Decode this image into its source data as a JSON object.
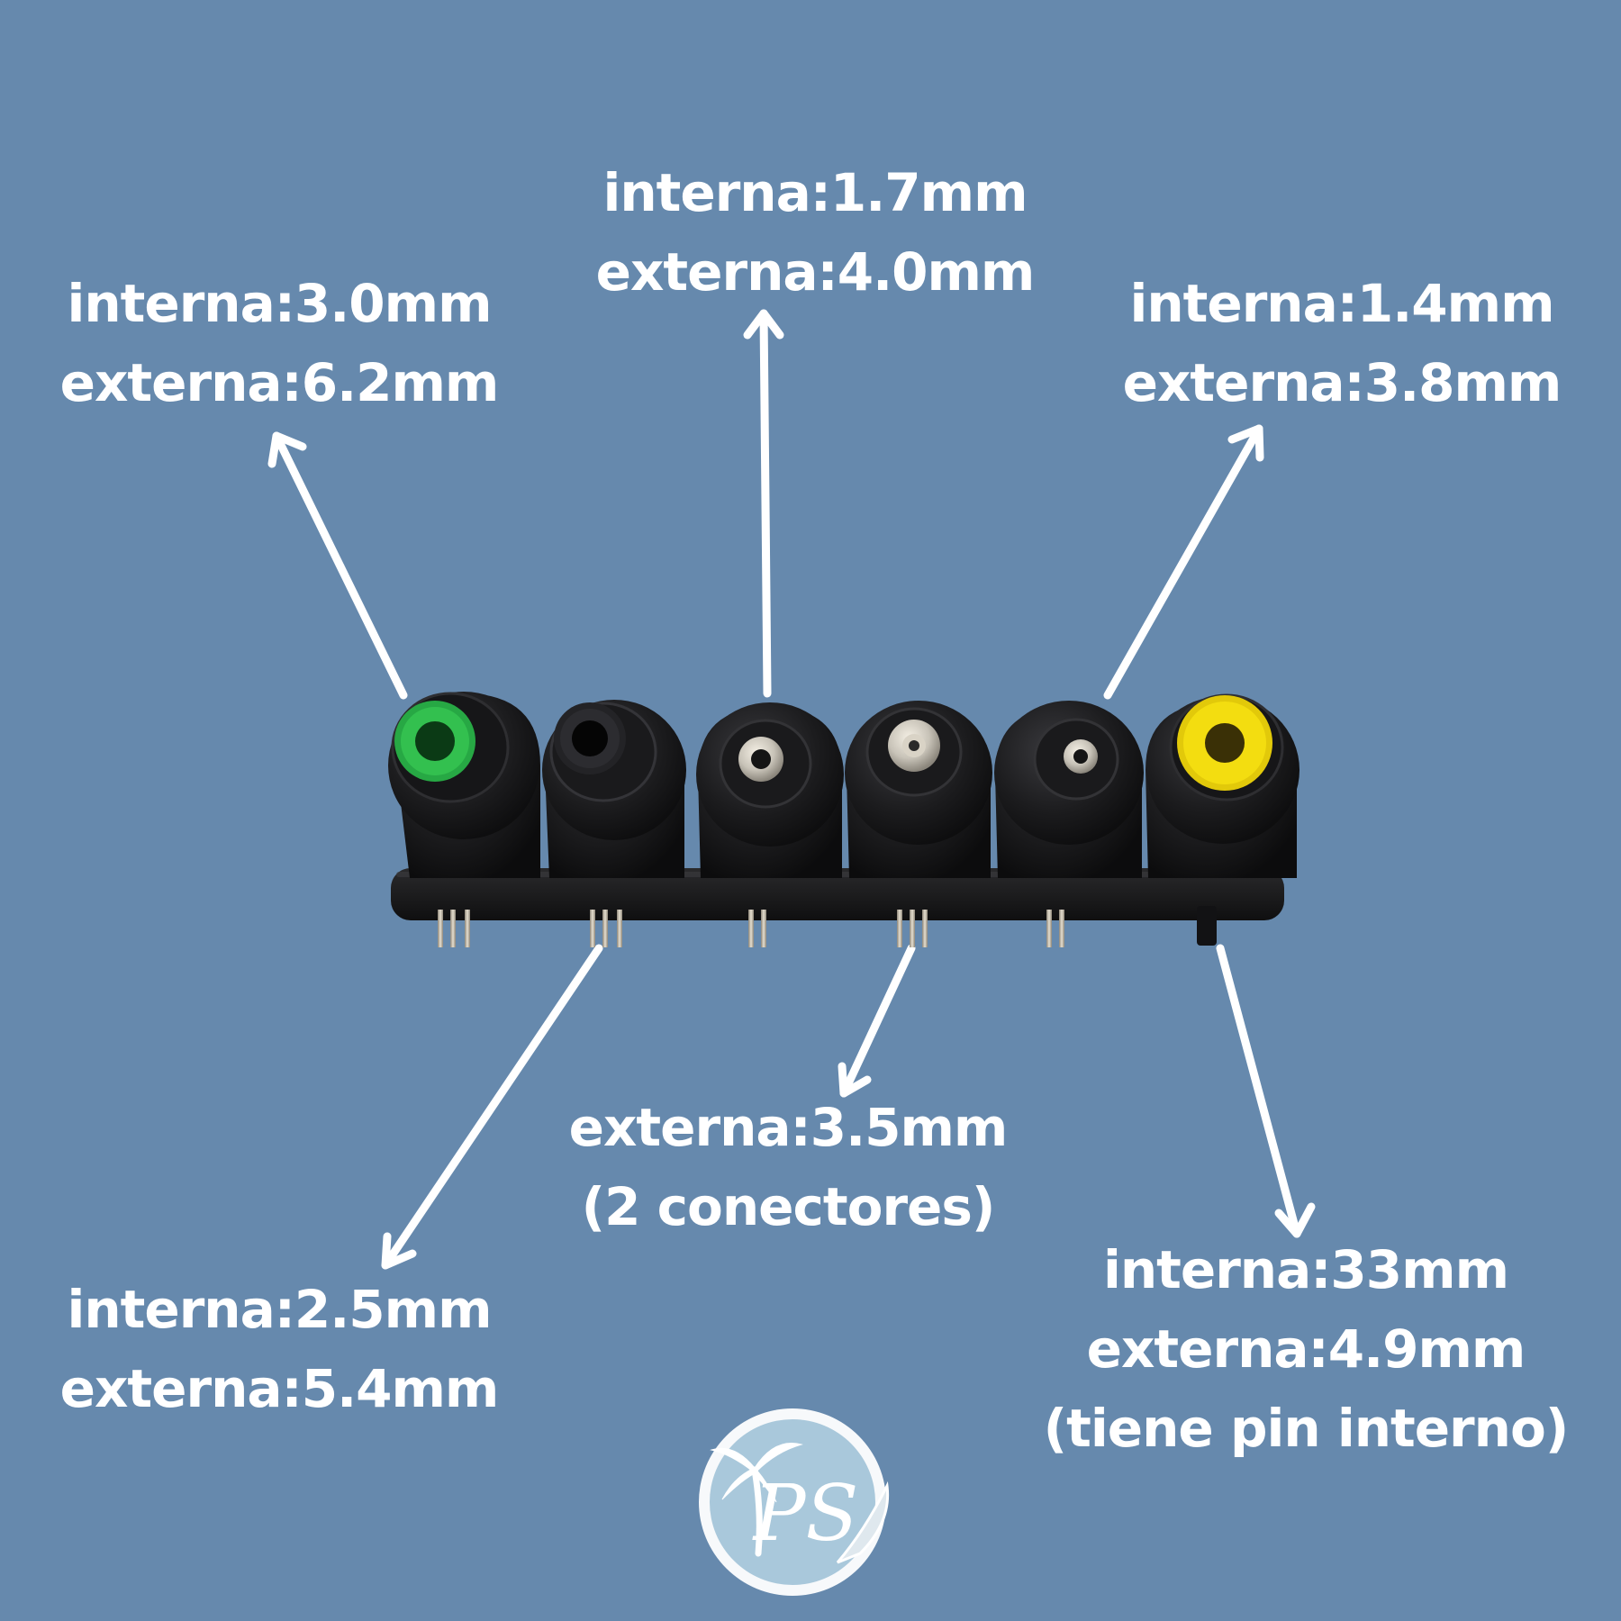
{
  "colors": {
    "background": "#6689ad",
    "text": "#ffffff",
    "arrow": "#ffffff",
    "connector_body": "#1c1c1e",
    "tip_green": "#27a844",
    "tip_yellow": "#f3dd10",
    "metal": "#c8c3b8"
  },
  "connectors": [
    {
      "id": "c1",
      "tip": "green",
      "lines": [
        "interna:3.0mm",
        "externa:6.2mm"
      ]
    },
    {
      "id": "c2",
      "tip": "black",
      "lines": [
        "interna:2.5mm",
        "externa:5.4mm"
      ]
    },
    {
      "id": "c3",
      "tip": "metal",
      "lines": [
        "interna:1.7mm",
        "externa:4.0mm"
      ]
    },
    {
      "id": "c4",
      "tip": "metal",
      "lines": [
        "externa:3.5mm",
        "(2 conectores)"
      ]
    },
    {
      "id": "c5",
      "tip": "metal",
      "lines": [
        "interna:1.4mm",
        "externa:3.8mm"
      ]
    },
    {
      "id": "c6",
      "tip": "yellow",
      "lines": [
        "interna:33mm",
        "externa:4.9mm",
        "(tiene pin interno)"
      ]
    }
  ],
  "logo": {
    "text": "PS",
    "icon": "palm-tree-icon"
  }
}
